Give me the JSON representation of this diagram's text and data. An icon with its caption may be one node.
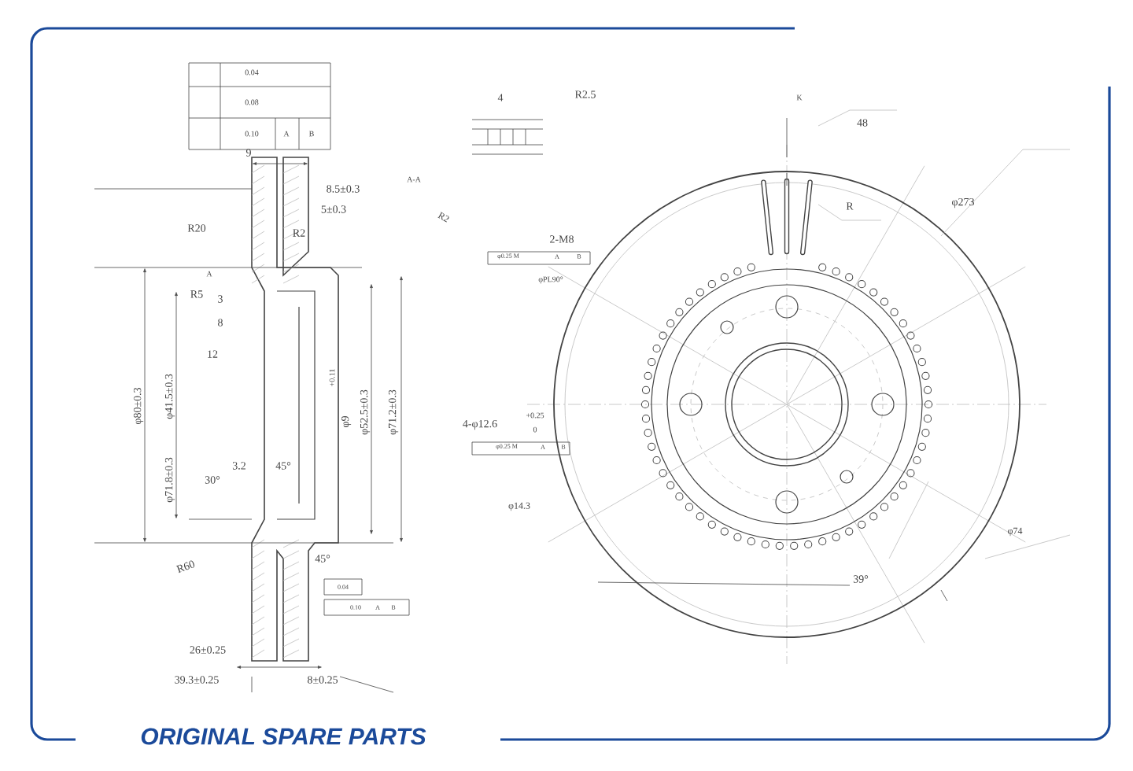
{
  "diagram": {
    "labels": [
      "0.04",
      "0.08",
      "0.10",
      "A",
      "B",
      "9",
      "8.5±0.3",
      "5±0.3",
      "R20",
      "R2",
      "A",
      "R5",
      "3",
      "8",
      "12",
      "φ80±0.3",
      "φ41.5±0.3",
      "φ71.8±0.3",
      "+0.11",
      "φ9",
      "φ52.5±0.3",
      "φ71.2±0.3",
      "3.2",
      "45°",
      "30°",
      "R60",
      "45°",
      "0.04",
      "0.10",
      "A",
      "B",
      "26±0.25",
      "39.3±0.25",
      "8±0.25",
      "4",
      "R2.5",
      "A-A",
      "R2",
      "2-M8",
      "φ0.25 M",
      "A",
      "B",
      "φPL90°",
      "4-φ12.6",
      "+0.25",
      "0",
      "φ0.25 M",
      "A",
      "B",
      "φ14.3",
      "K",
      "48",
      "R",
      "φ273",
      "φ74",
      "39°",
      "ORIGINAL SPARE PARTS"
    ]
  }
}
